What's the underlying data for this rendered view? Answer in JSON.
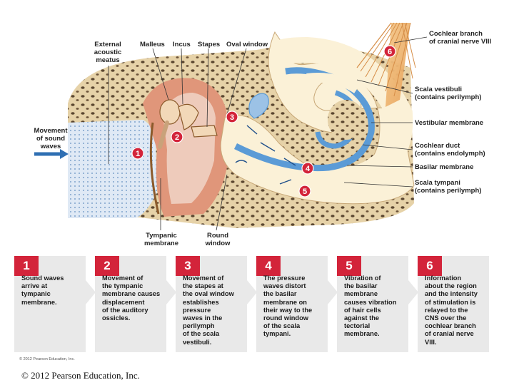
{
  "labels": {
    "external_acoustic_meatus": "External\nacoustic\nmeatus",
    "malleus": "Malleus",
    "incus": "Incus",
    "stapes": "Stapes",
    "oval_window": "Oval window",
    "movement_of_sound_waves": "Movement\nof sound\nwaves",
    "tympanic_membrane": "Tympanic\nmembrane",
    "round_window": "Round\nwindow",
    "cochlear_branch": "Cochlear branch\nof cranial nerve VIII",
    "scala_vestibuli": "Scala vestibuli\n(contains perilymph)",
    "vestibular_membrane": "Vestibular membrane",
    "cochlear_duct": "Cochlear duct\n(contains endolymph)",
    "basilar_membrane": "Basilar membrane",
    "scala_tympani": "Scala tympani\n(contains perilymph)"
  },
  "markers": [
    "1",
    "2",
    "3",
    "4",
    "5",
    "6"
  ],
  "steps": [
    {
      "number": "1",
      "text": "Sound waves\narrive at\ntympanic\nmembrane."
    },
    {
      "number": "2",
      "text": "Movement of\nthe tympanic\nmembrane causes\ndisplacement\nof the auditory\nossicles."
    },
    {
      "number": "3",
      "text": "Movement of\nthe stapes at\nthe oval window\nestablishes\npressure\nwaves in the\nperilymph\nof the scala\nvestibuli."
    },
    {
      "number": "4",
      "text": "The pressure\nwaves distort\nthe basilar\nmembrane on\ntheir way to the\nround window\nof the scala\ntympani."
    },
    {
      "number": "5",
      "text": "Vibration of\nthe basilar\nmembrane\ncauses vibration\nof hair cells\nagainst  the\ntectorial\nmembrane."
    },
    {
      "number": "6",
      "text": "Information\nabout the region\nand the intensity\nof stimulation is\nrelayed to the\nCNS over the\ncochlear branch\nof cranial nerve\nVIII."
    }
  ],
  "copyright_small": "© 2012 Pearson Education, Inc.",
  "copyright_footer": "© 2012 Pearson Education, Inc.",
  "colors": {
    "bone": "#e4cfa3",
    "bone_pore": "#5a4630",
    "canal": "#dfe9f5",
    "perilymph": "#fbf1d7",
    "endolymph": "#5b9bd6",
    "tissue": "#d98a6a",
    "nerve": "#f0b870",
    "marker": "#d3243a",
    "panel": "#e9e9e9"
  }
}
